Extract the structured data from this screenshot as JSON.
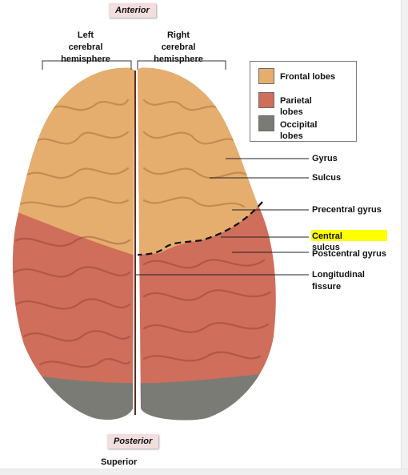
{
  "labels": {
    "anterior": "Anterior",
    "posterior": "Posterior",
    "left_hemisphere": "Left\ncerebral\nhemisphere",
    "right_hemisphere": "Right\ncerebral\nhemisphere",
    "gyrus": "Gyrus",
    "sulcus": "Sulcus",
    "precentral_gyrus": "Precentral gyrus",
    "central_sulcus": "Central\nsulcus",
    "postcentral_gyrus": "Postcentral gyrus",
    "longitudinal_fissure": "Longitudinal\nfissure",
    "superior_view": "Superior\nview"
  },
  "legend": {
    "items": [
      {
        "label": "Frontal lobes",
        "color": "#E5AE6E"
      },
      {
        "label": "Parietal\nlobes",
        "color": "#CF6E5B"
      },
      {
        "label": "Occipital\nlobes",
        "color": "#7B7B76"
      }
    ]
  },
  "colors": {
    "frontal": "#E5AE6E",
    "parietal": "#CF6E5B",
    "occipital": "#7B7B76",
    "highlight": "#FFFF00",
    "tag_bg": "#F3DEDE"
  }
}
